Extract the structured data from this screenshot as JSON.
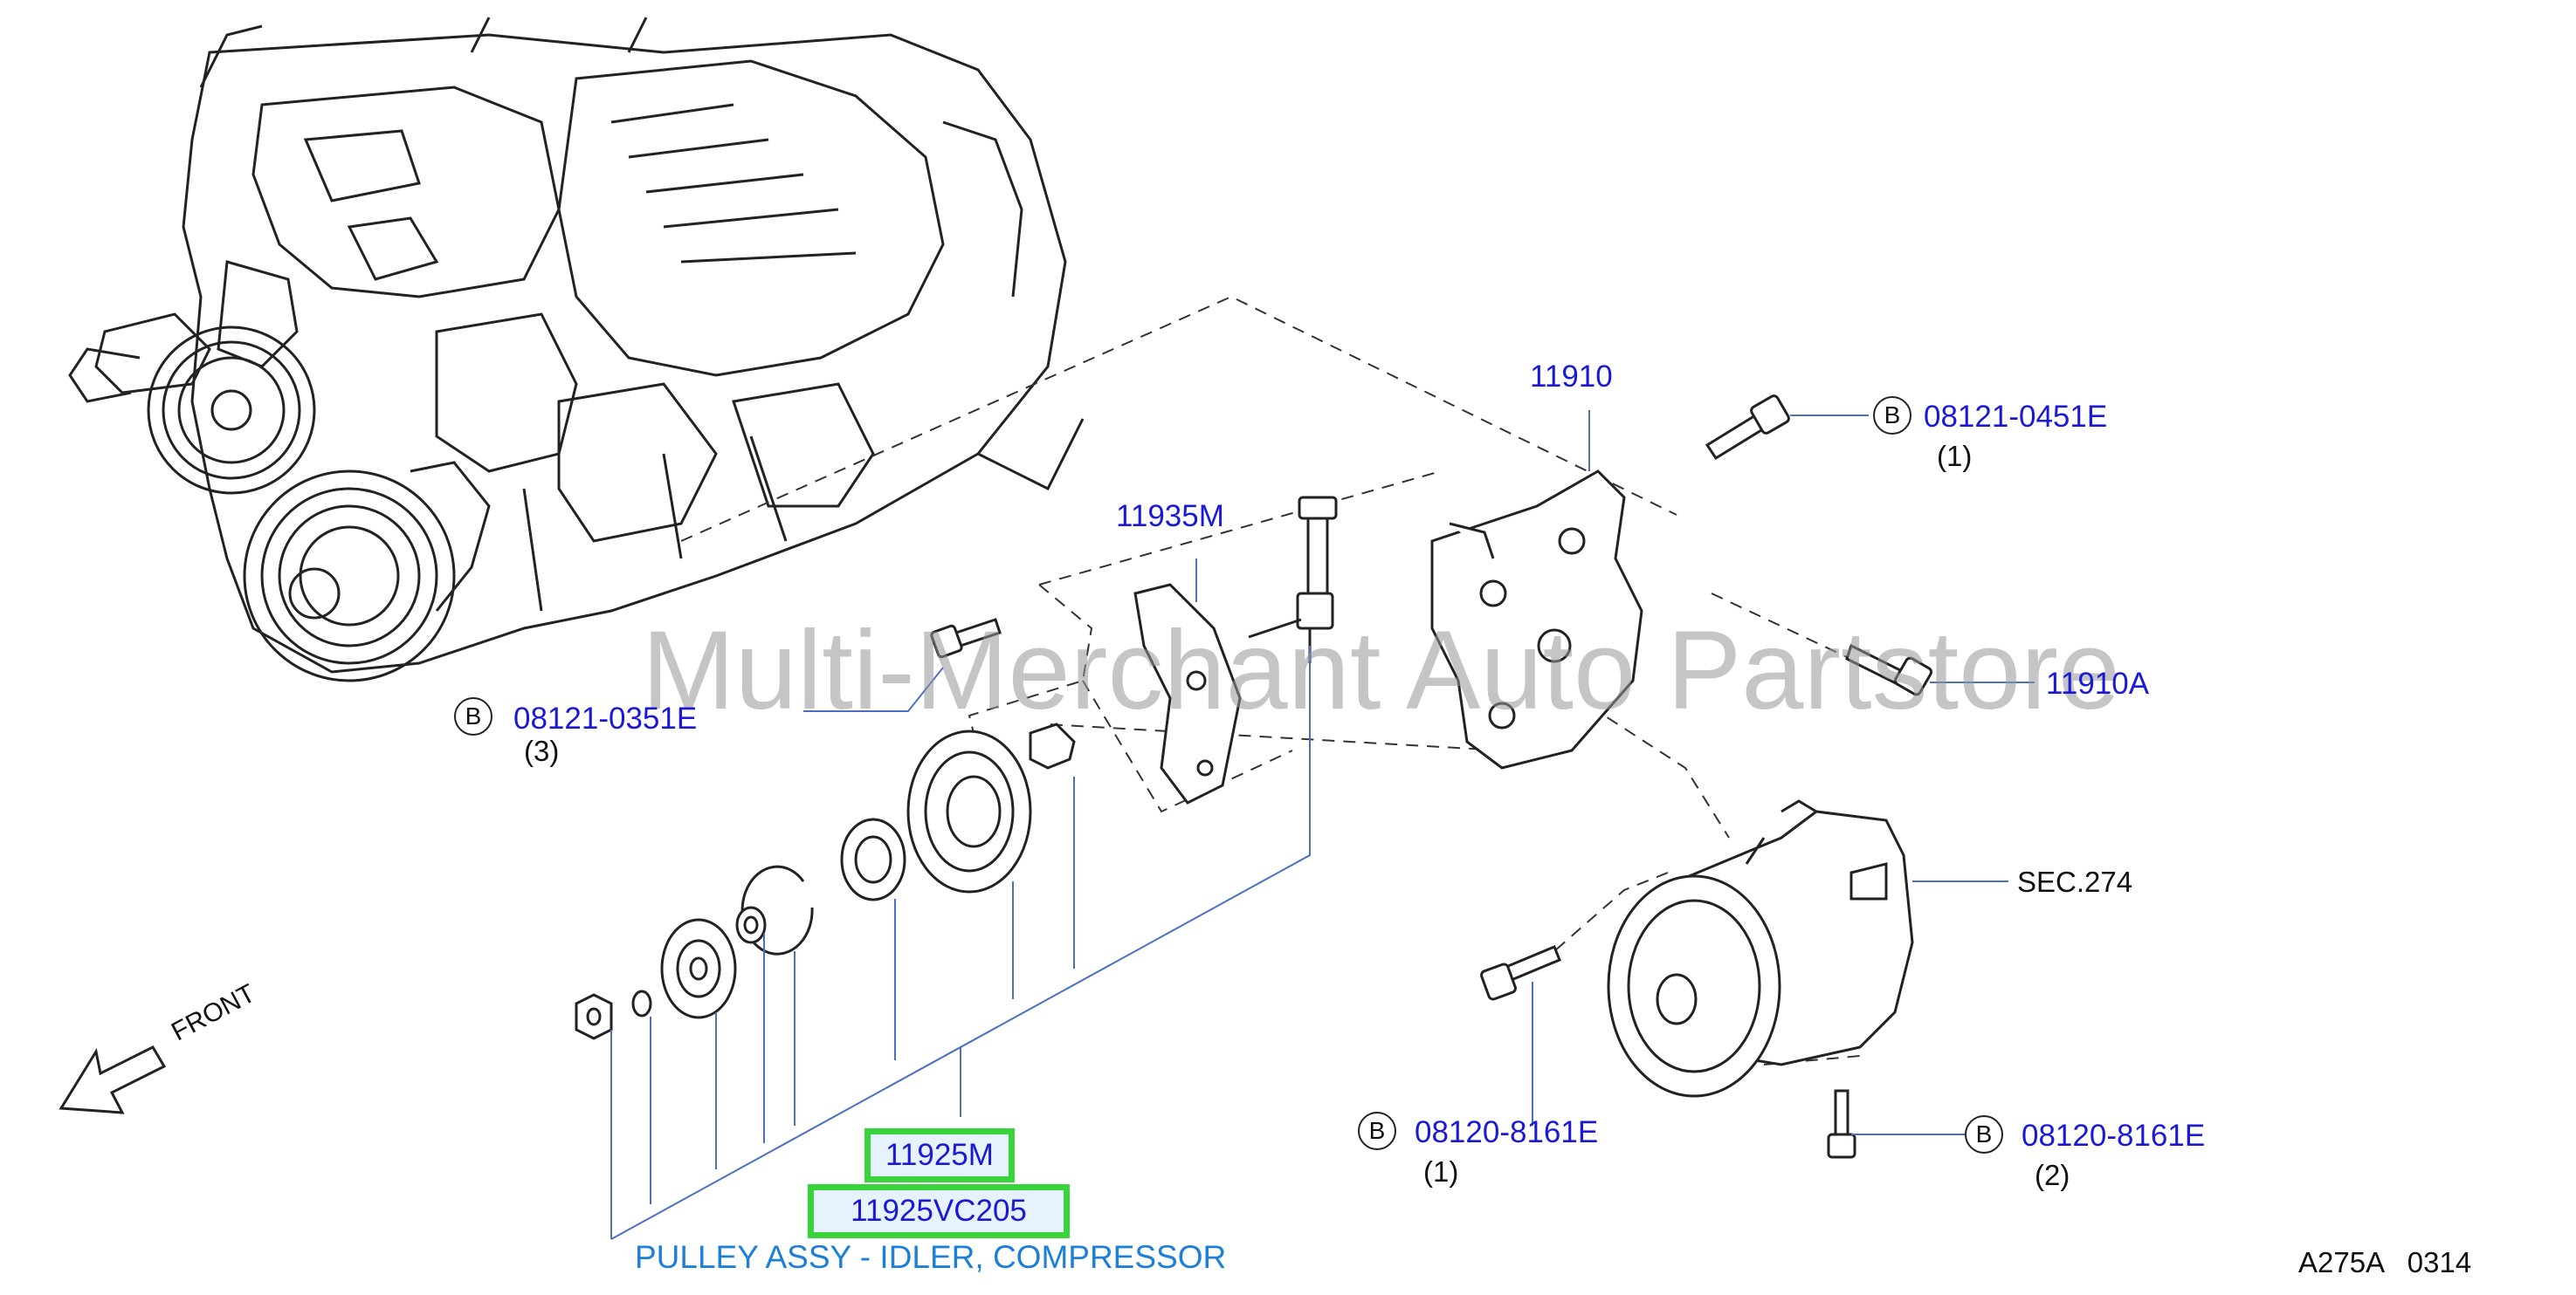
{
  "labels": {
    "p11910": "11910",
    "b_0451": "08121-0451E",
    "b_0451_qty": "(1)",
    "p11935m": "11935M",
    "p11910a": "11910A",
    "b_0351": "08121-0351E",
    "b_0351_qty": "(3)",
    "sec274": "SEC.274",
    "b_8161_left": "08120-8161E",
    "b_8161_left_qty": "(1)",
    "b_8161_right": "08120-8161E",
    "b_8161_right_qty": "(2)",
    "p11925m": "11925M",
    "p11925vc205": "11925VC205",
    "description": "PULLEY ASSY - IDLER, COMPRESSOR",
    "front": "FRONT",
    "code": "A275A   0314",
    "b_marker": "B"
  },
  "watermark": "Multi-Merchant Auto Partstore",
  "colors": {
    "label_blue": "#1a1ad6",
    "description_blue": "#1e7fd6",
    "highlight_border": "#39d43b",
    "highlight_fill": "#e6f3ff",
    "leader_line": "#4a70c0"
  },
  "icons": [
    "front-arrow-icon",
    "bolt-icon",
    "pulley-icon",
    "bracket-icon",
    "compressor-icon",
    "engine-icon"
  ]
}
